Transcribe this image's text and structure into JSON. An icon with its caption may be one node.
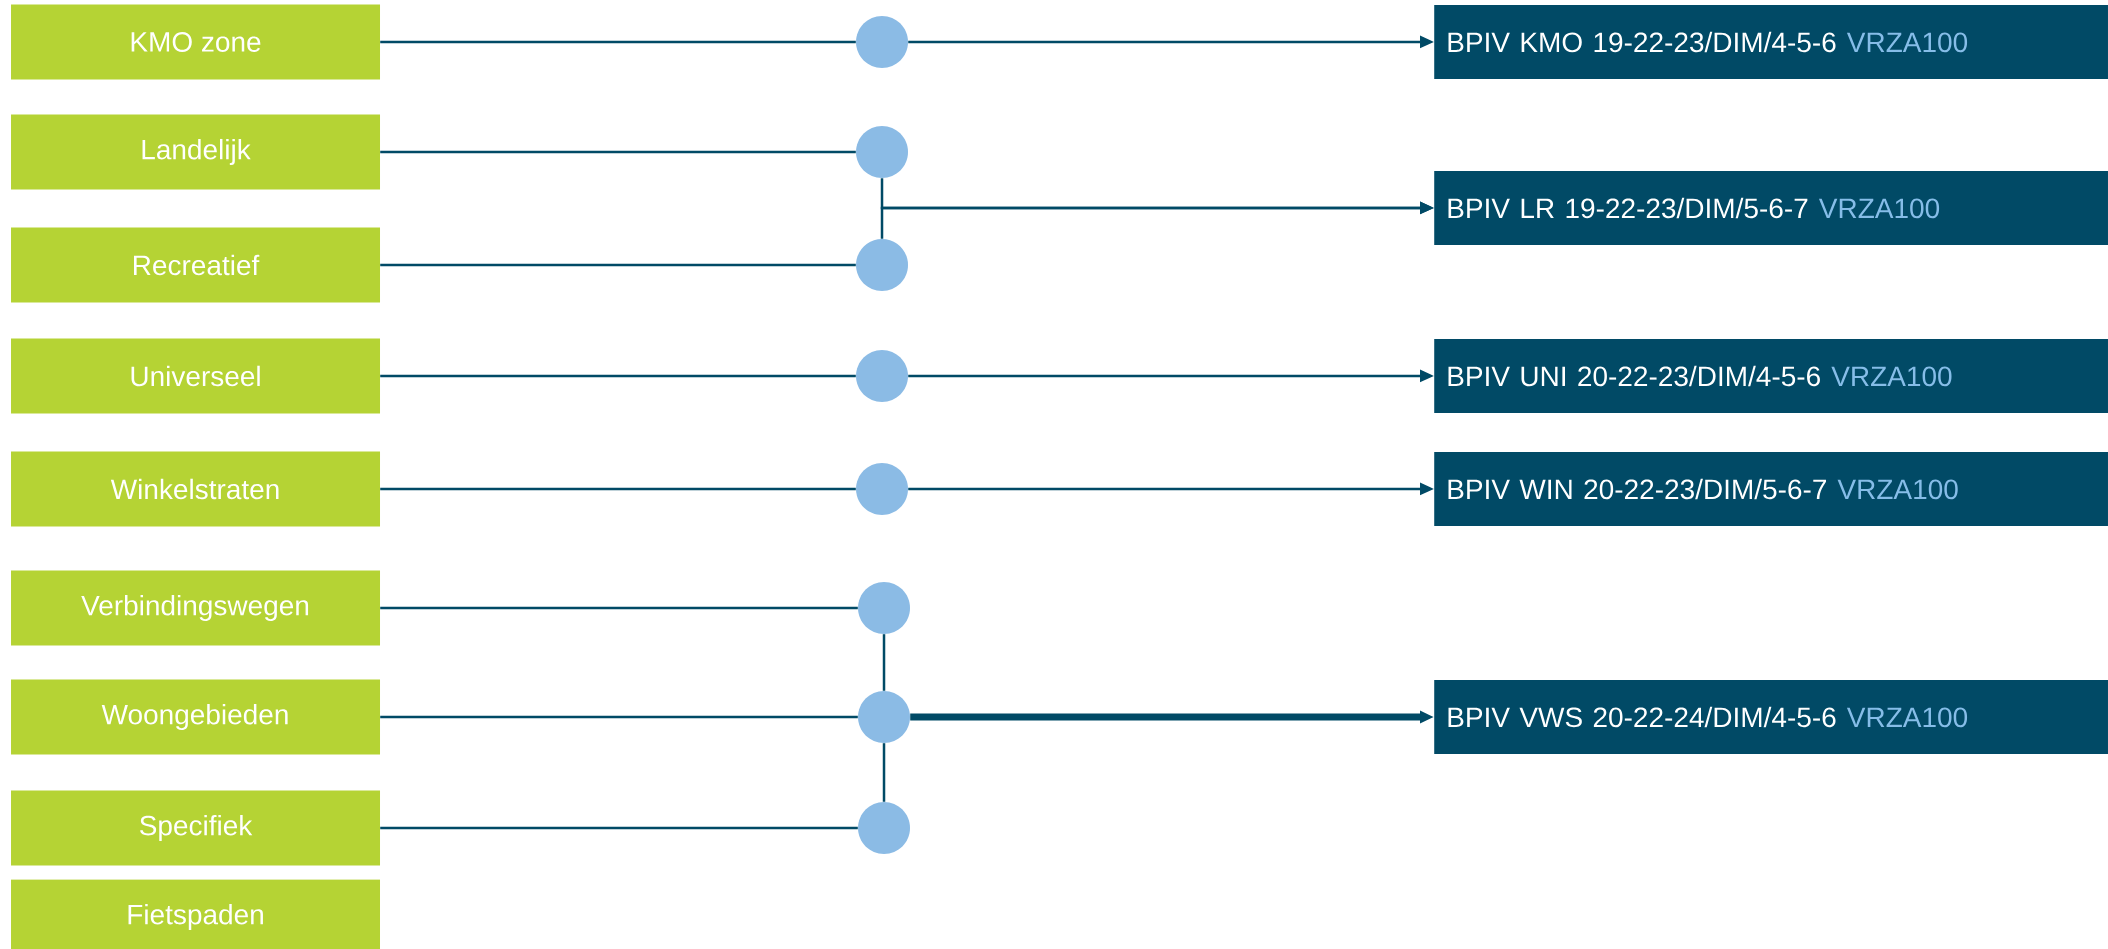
{
  "diagram": {
    "nodes": [
      {
        "text": [
          "KMO zone"
        ]
      },
      {
        "text": [
          "Landelijk"
        ]
      },
      {
        "text": [
          "Recreatief"
        ]
      },
      {
        "text": [
          "Universeel"
        ]
      },
      {
        "text": [
          "Winkelstraten"
        ]
      },
      {
        "text": [
          "Verbindingswegen"
        ]
      },
      {
        "text": [
          "Woongebieden"
        ]
      },
      {
        "text": [
          "Specifiek"
        ]
      },
      {
        "text": [
          "Fietspaden"
        ]
      },
      {
        "text": [],
        "shape": "circle"
      },
      {
        "text": [],
        "shape": "circle"
      },
      {
        "text": [],
        "shape": "circle"
      },
      {
        "text": [],
        "shape": "circle"
      },
      {
        "text": [],
        "shape": "circle"
      },
      {
        "text": [],
        "shape": "circle"
      },
      {
        "text": [],
        "shape": "circle"
      },
      {
        "text": [],
        "shape": "circle"
      },
      {
        "text": [
          "BPIV KMO 19-22-23/DIM/4-5-6",
          "VRZA100"
        ]
      },
      {
        "text": [
          "BPIV LR 19-22-23/DIM/5-6-7",
          "VRZA100"
        ]
      },
      {
        "text": [
          "BPIV UNI 20-22-23/DIM/4-5-6",
          "VRZA100"
        ]
      },
      {
        "text": [
          "BPIV WIN 20-22-23/DIM/5-6-7",
          "VRZA100"
        ]
      },
      {
        "text": [
          "BPIV VWS 20-22-24/DIM/4-5-6",
          "VRZA100"
        ]
      }
    ],
    "edges": [
      {
        "from": 0,
        "to": 9,
        "arrow": "none"
      },
      {
        "from": 1,
        "to": 10,
        "arrow": "none"
      },
      {
        "from": 2,
        "to": 11,
        "arrow": "none"
      },
      {
        "from": 3,
        "to": 12,
        "arrow": "none"
      },
      {
        "from": 4,
        "to": 13,
        "arrow": "none"
      },
      {
        "from": 5,
        "to": 14,
        "arrow": "none"
      },
      {
        "from": 6,
        "to": 15,
        "arrow": "none"
      },
      {
        "from": 7,
        "to": 16,
        "arrow": "none"
      },
      {
        "from": 9,
        "to": 17,
        "arrow": "to"
      },
      {
        "from": 10,
        "to": 18,
        "arrow": "to"
      },
      {
        "from": 11,
        "to": 18,
        "arrow": "to"
      },
      {
        "from": 12,
        "to": 19,
        "arrow": "to"
      },
      {
        "from": 13,
        "to": 20,
        "arrow": "to"
      },
      {
        "from": 14,
        "to": 15,
        "arrow": "none"
      },
      {
        "from": 15,
        "to": 16,
        "arrow": "none"
      },
      {
        "from": 15,
        "to": 21,
        "arrow": "to",
        "style": "thick"
      }
    ]
  }
}
